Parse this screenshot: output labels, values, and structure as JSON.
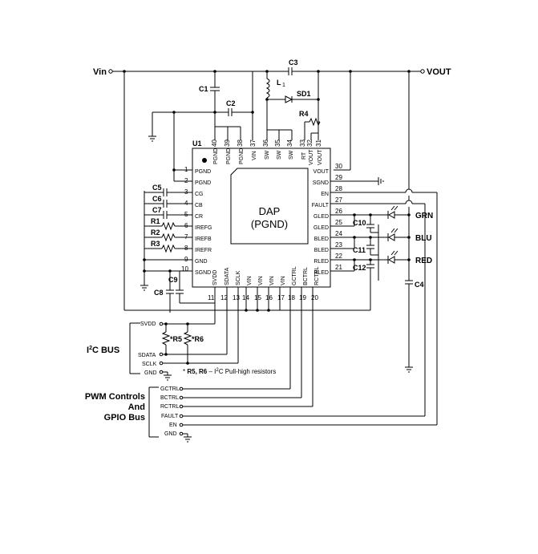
{
  "rails": {
    "vin": "Vin",
    "vout": "VOUT"
  },
  "ic": {
    "ref": "U1",
    "dap_line1": "DAP",
    "dap_line2": "(PGND)",
    "top_pins": [
      {
        "num": "40",
        "name": "PGND"
      },
      {
        "num": "39",
        "name": "PGND"
      },
      {
        "num": "38",
        "name": "PGND"
      },
      {
        "num": "37",
        "name": "VIN"
      },
      {
        "num": "36",
        "name": "SW"
      },
      {
        "num": "35",
        "name": "SW"
      },
      {
        "num": "34",
        "name": "SW"
      },
      {
        "num": "33",
        "name": "RT"
      },
      {
        "num": "32",
        "name": "VOUT"
      },
      {
        "num": "31",
        "name": "VOUT"
      }
    ],
    "left_pins": [
      {
        "num": "1",
        "name": "PGND"
      },
      {
        "num": "2",
        "name": "PGND"
      },
      {
        "num": "3",
        "name": "CG"
      },
      {
        "num": "4",
        "name": "CB"
      },
      {
        "num": "5",
        "name": "CR"
      },
      {
        "num": "6",
        "name": "IREFG"
      },
      {
        "num": "7",
        "name": "IREFB"
      },
      {
        "num": "8",
        "name": "IREFR"
      },
      {
        "num": "9",
        "name": "GND"
      },
      {
        "num": "10",
        "name": "SGND"
      }
    ],
    "right_pins": [
      {
        "num": "30",
        "name": "VOUT"
      },
      {
        "num": "29",
        "name": "SGND"
      },
      {
        "num": "28",
        "name": "EN"
      },
      {
        "num": "27",
        "name": "FAULT"
      },
      {
        "num": "26",
        "name": "GLED"
      },
      {
        "num": "25",
        "name": "GLED"
      },
      {
        "num": "24",
        "name": "BLED"
      },
      {
        "num": "23",
        "name": "BLED"
      },
      {
        "num": "22",
        "name": "RLED"
      },
      {
        "num": "21",
        "name": "RLED"
      }
    ],
    "bottom_pins": [
      {
        "num": "11",
        "name": "SVDD"
      },
      {
        "num": "12",
        "name": "SDATA"
      },
      {
        "num": "13",
        "name": "SCLK"
      },
      {
        "num": "14",
        "name": "VIN"
      },
      {
        "num": "15",
        "name": "VIN"
      },
      {
        "num": "16",
        "name": "VIN"
      },
      {
        "num": "17",
        "name": "VIN"
      },
      {
        "num": "18",
        "name": "GCTRL"
      },
      {
        "num": "19",
        "name": "BCTRL"
      },
      {
        "num": "20",
        "name": "RCTRL"
      }
    ]
  },
  "components": {
    "c1": "C1",
    "c2": "C2",
    "c3": "C3",
    "c4": "C4",
    "c5": "C5",
    "c6": "C6",
    "c7": "C7",
    "c8": "C8",
    "c9": "C9",
    "c10": "C10",
    "c11": "C11",
    "c12": "C12",
    "r1": "R1",
    "r2": "R2",
    "r3": "R3",
    "r4": "R4",
    "r5": "*R5",
    "r6": "*R6",
    "l1": "L",
    "l1_sub": "1",
    "sd1": "SD1"
  },
  "leds": {
    "green": "GRN",
    "blue": "BLU",
    "red": "RED"
  },
  "i2c": {
    "bus_label": "I",
    "bus_sup": "2",
    "bus_label_end": "C BUS",
    "signals": [
      "SVDD",
      "SDATA",
      "SCLK",
      "GND"
    ],
    "note_prefix": "* ",
    "note_bold": "R5, R6",
    "note_rest": " – I",
    "note_sup": "2",
    "note_end": "C Pull-high resistors"
  },
  "pwm": {
    "title_line1": "PWM Controls",
    "title_line2": "And",
    "title_line3": "GPIO Bus",
    "signals": [
      "GCTRL",
      "BCTRL",
      "RCTRL",
      "FAULT",
      "EN",
      "GND"
    ]
  }
}
